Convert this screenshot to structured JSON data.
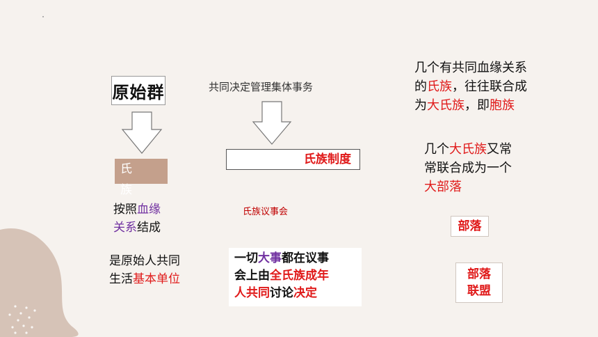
{
  "title": "原始群",
  "subtitle": "共同决定管理集体事务",
  "clan": {
    "label": "氏",
    "overflow_label": "族"
  },
  "system_label": "氏族制度",
  "blood_relation": {
    "p1": "按照",
    "p2": "血缘",
    "p3": "关系",
    "p4": "结成"
  },
  "basic_unit": {
    "line1": "是原始人共同",
    "line2a": "生活",
    "line2b": "基本单位"
  },
  "council": "氏族议事会",
  "decision": {
    "a": "一切",
    "b": "大事",
    "c": "都在议事",
    "d": "会上由",
    "e": "全氏族成年",
    "f": "人共同",
    "g": "讨论",
    "h": "决定"
  },
  "combine_text": {
    "l1": "几个有共同血缘关系",
    "l2a": "的",
    "l2b": "氏族",
    "l2c": "，往往联合成",
    "l3a": "为",
    "l3b": "大氏族",
    "l3c": "，即",
    "l3d": "胞族"
  },
  "tribe_text": {
    "l1a": "几个",
    "l1b": "大氏族",
    "l1c": "又常",
    "l2": "常联合成为一个",
    "l3": "大部落"
  },
  "tribe_box": "部落",
  "alliance_box": {
    "l1": "部落",
    "l2": "联盟"
  },
  "colors": {
    "red": "#e01a1a",
    "purple": "#7030a0",
    "clan_box": "#c4a08c",
    "background": "#f6f2ee"
  }
}
